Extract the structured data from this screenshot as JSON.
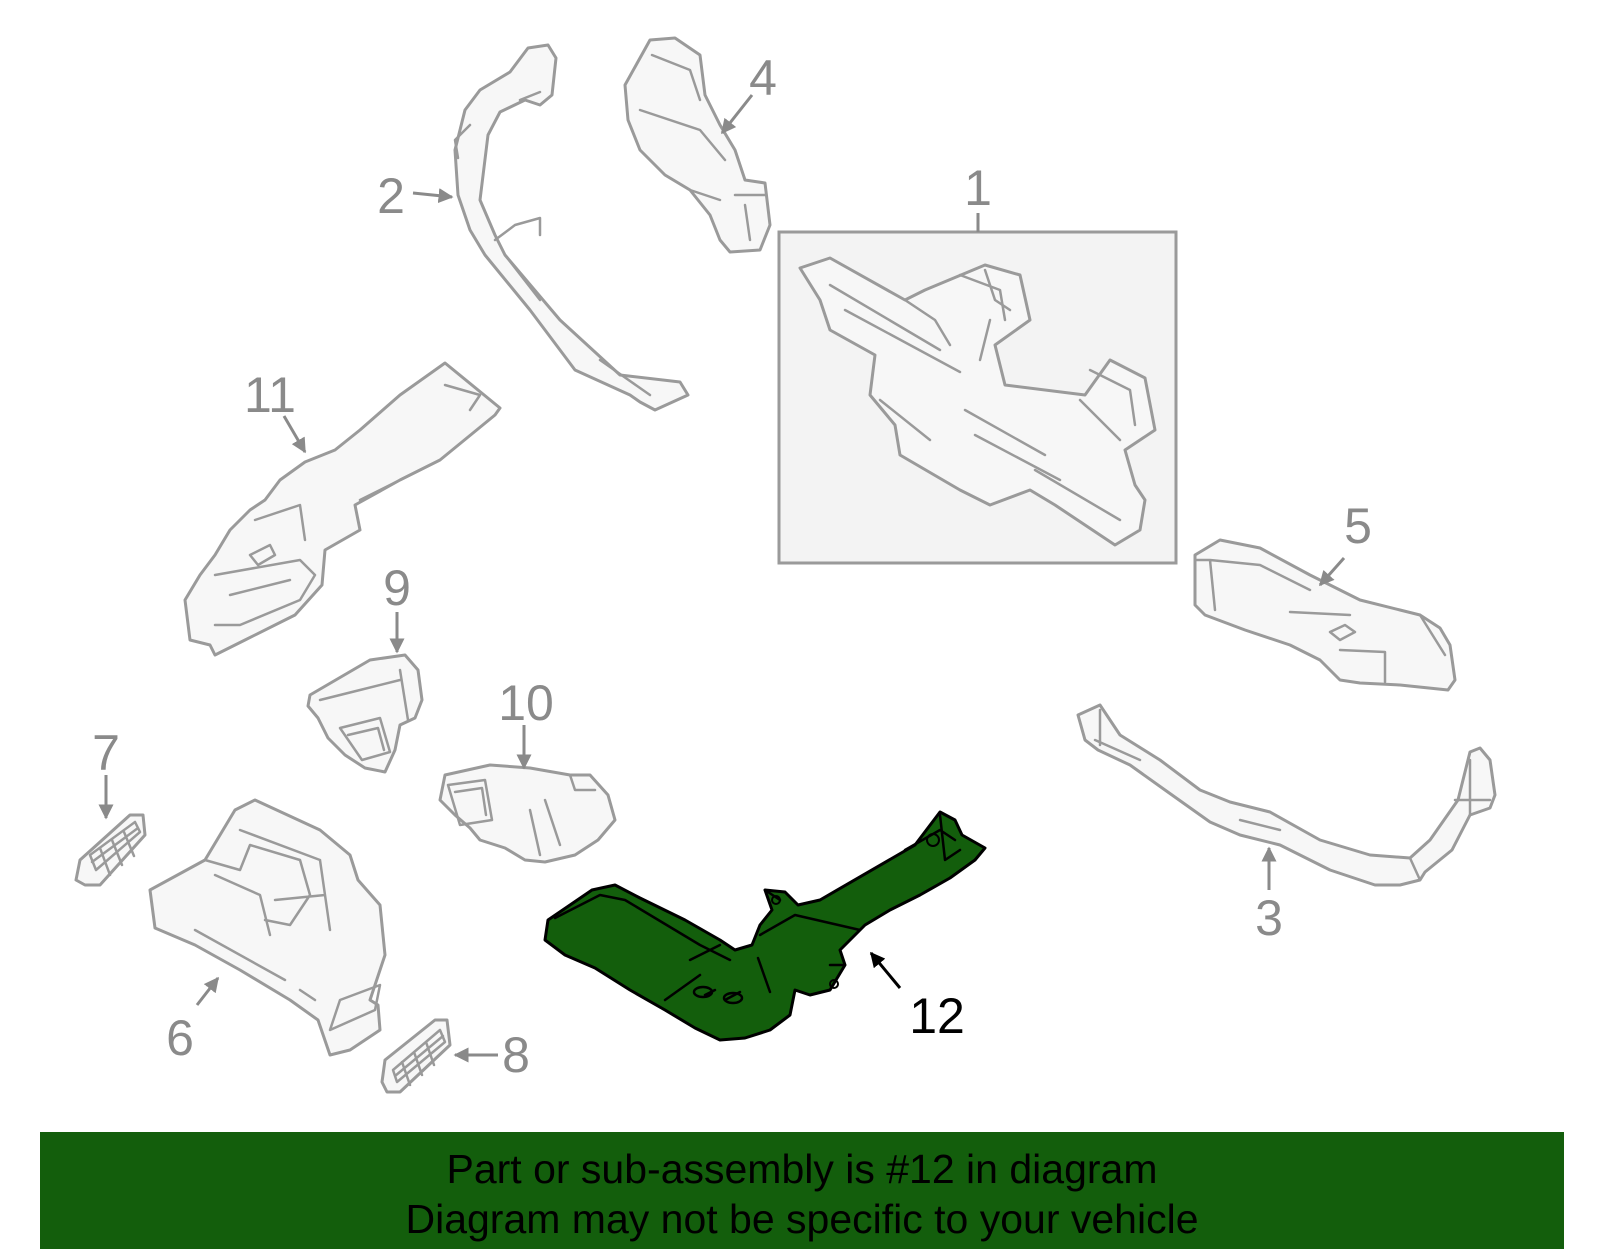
{
  "diagram": {
    "callouts": [
      "1",
      "2",
      "3",
      "4",
      "5",
      "6",
      "7",
      "8",
      "9",
      "10",
      "11",
      "12"
    ],
    "highlighted_callout": "12",
    "colors": {
      "highlight_fill": "#135e0c",
      "part_stroke": "#9a9a9a",
      "callout_text": "#8a8a8a",
      "banner_background": "#135e0c"
    }
  },
  "banner": {
    "line1": "Part or sub-assembly is #12 in diagram",
    "line2": "Diagram may not be specific to your vehicle"
  }
}
